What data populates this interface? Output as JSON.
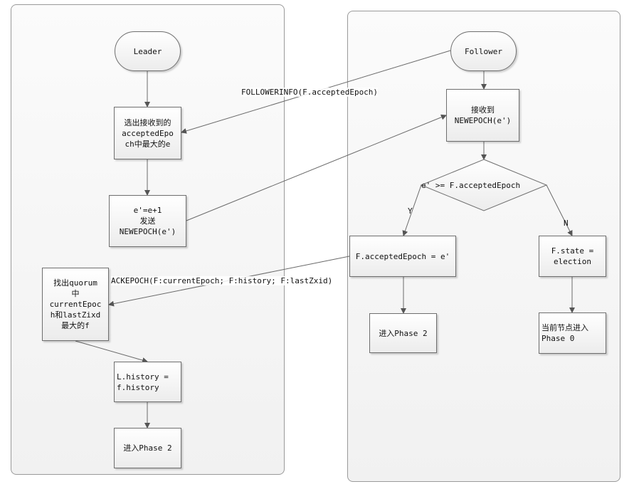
{
  "leader": {
    "start": "Leader",
    "select_max": "选出接收到的\nacceptedEpo\nch中最大的e",
    "send_newepoch": "e'=e+1\n发送\nNEWEPOCH(e')",
    "find_quorum": "找出quorum\n中\ncurrentEpoc\nh和lastZixd\n最大的f",
    "set_history": "L.history =\nf.history",
    "enter_phase2": "进入Phase 2"
  },
  "follower": {
    "start": "Follower",
    "receive_newepoch": "接收到\nNEWEPOCH(e')",
    "decision": "e' >= F.acceptedEpoch",
    "set_accepted": "F.acceptedEpoch = e'",
    "enter_phase2": "进入Phase 2",
    "set_state": "F.state =\nelection",
    "enter_phase0": "当前节点进入\nPhase 0"
  },
  "messages": {
    "followerinfo": "FOLLOWERINFO(F.acceptedEpoch)",
    "ackepoch": "ACKEPOCH(F:currentEpoch; F:history; F:lastZxid)"
  },
  "branches": {
    "yes": "Y",
    "no": "N"
  }
}
